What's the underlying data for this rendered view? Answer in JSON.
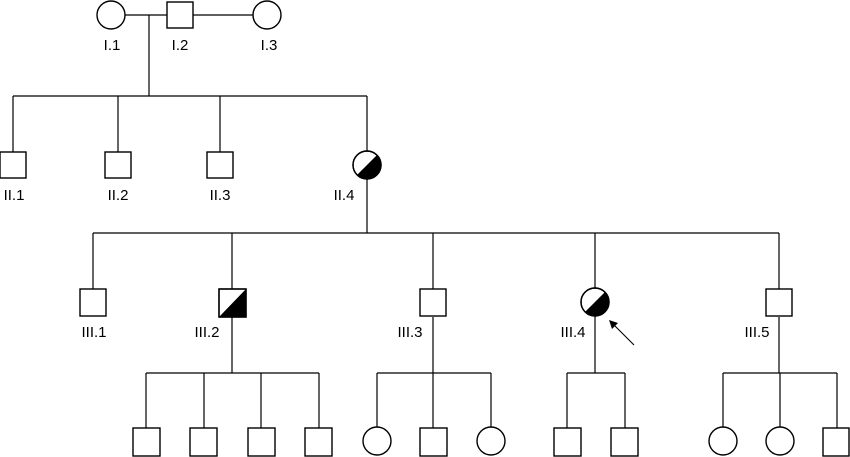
{
  "pedigree": {
    "colors": {
      "stroke": "#000000",
      "background": "#ffffff",
      "affected_fill": "#000000"
    },
    "generation_1": [
      {
        "label": "I.1",
        "sex": "female",
        "status": "unaffected"
      },
      {
        "label": "I.2",
        "sex": "male",
        "status": "unaffected"
      },
      {
        "label": "I.3",
        "sex": "female",
        "status": "unaffected"
      }
    ],
    "generation_2": [
      {
        "label": "II.1",
        "sex": "male",
        "status": "unaffected"
      },
      {
        "label": "II.2",
        "sex": "male",
        "status": "unaffected"
      },
      {
        "label": "II.3",
        "sex": "male",
        "status": "unaffected"
      },
      {
        "label": "II.4",
        "sex": "female",
        "status": "half-filled"
      }
    ],
    "generation_3": [
      {
        "label": "III.1",
        "sex": "male",
        "status": "unaffected"
      },
      {
        "label": "III.2",
        "sex": "male",
        "status": "half-filled"
      },
      {
        "label": "III.3",
        "sex": "male",
        "status": "unaffected"
      },
      {
        "label": "III.4",
        "sex": "female",
        "status": "half-filled",
        "proband": true
      },
      {
        "label": "III.5",
        "sex": "male",
        "status": "unaffected"
      }
    ],
    "generation_4_unlabeled": [
      {
        "parent": "III.2",
        "sexes": [
          "male",
          "male",
          "male",
          "male"
        ]
      },
      {
        "parent": "III.3",
        "sexes": [
          "female",
          "male",
          "female"
        ]
      },
      {
        "parent": "III.4",
        "sexes": [
          "male",
          "male"
        ]
      },
      {
        "parent": "III.5",
        "sexes": [
          "female",
          "female",
          "male"
        ]
      }
    ]
  }
}
